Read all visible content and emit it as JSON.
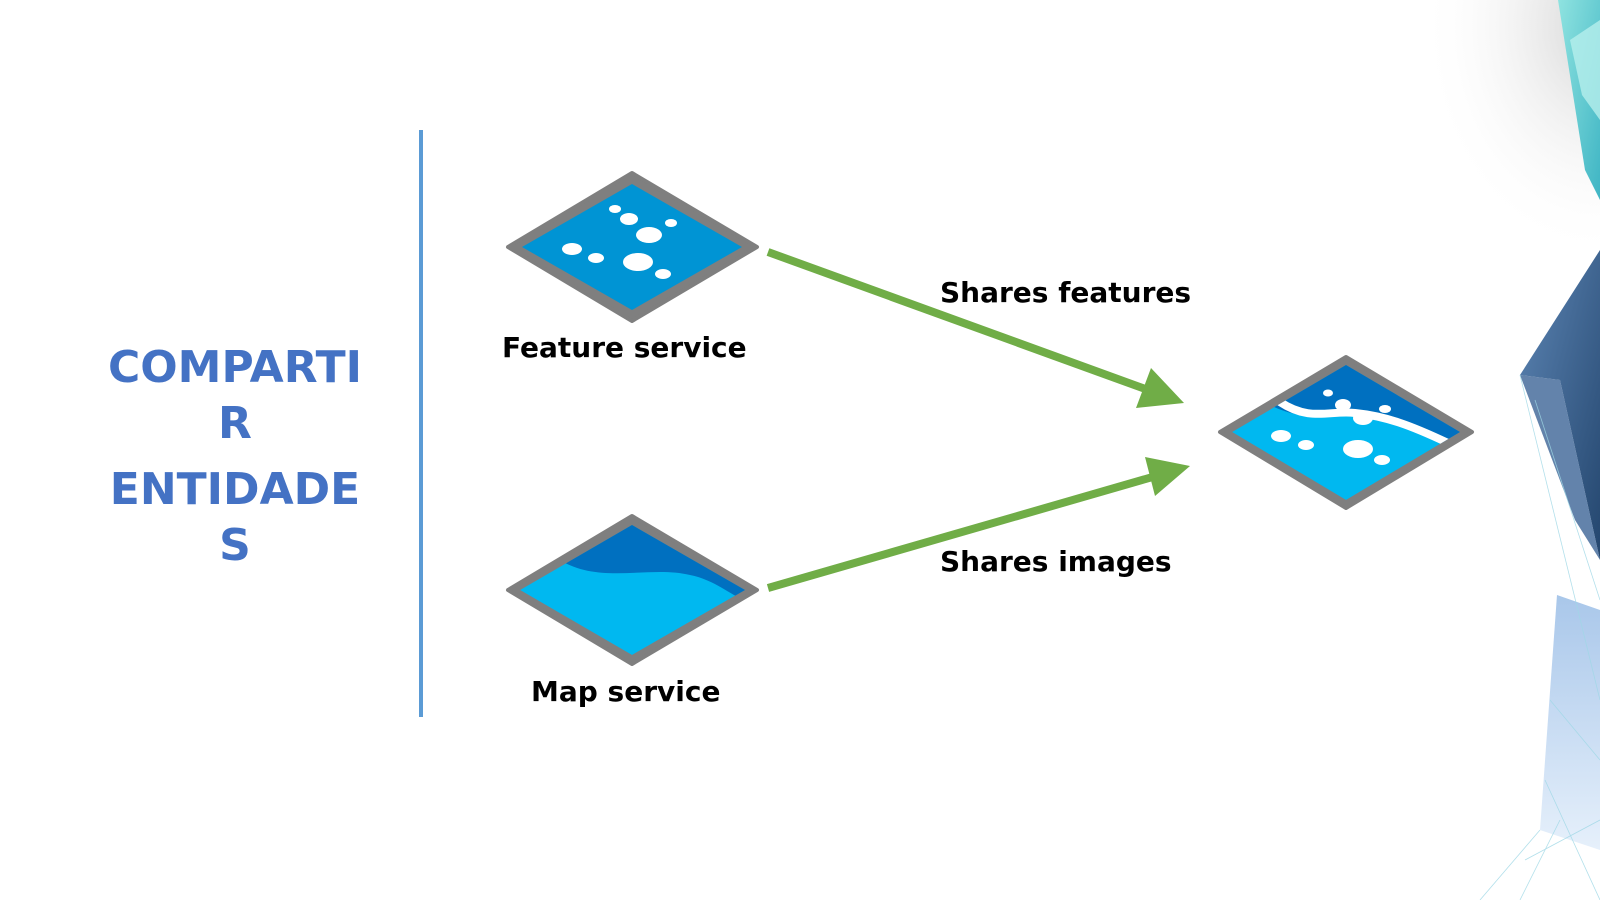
{
  "title": {
    "line1a": "COMPARTI",
    "line1b": "R",
    "line2a": "ENTIDADE",
    "line2b": "S"
  },
  "nodes": {
    "feature_service": {
      "label": "Feature service",
      "icon": "feature-service-icon"
    },
    "map_service": {
      "label": "Map service",
      "icon": "map-service-icon"
    },
    "combined": {
      "label": "",
      "icon": "combined-map-icon"
    }
  },
  "edges": {
    "features": {
      "label": "Shares features"
    },
    "images": {
      "label": "Shares images"
    }
  },
  "colors": {
    "title": "#4472c4",
    "divider": "#5b9bd5",
    "arrow": "#70ad47",
    "icon_frame": "#7f7f7f",
    "icon_dark_blue": "#0070c0",
    "icon_mid_blue": "#0094d4",
    "icon_light_blue": "#00b8f0"
  }
}
